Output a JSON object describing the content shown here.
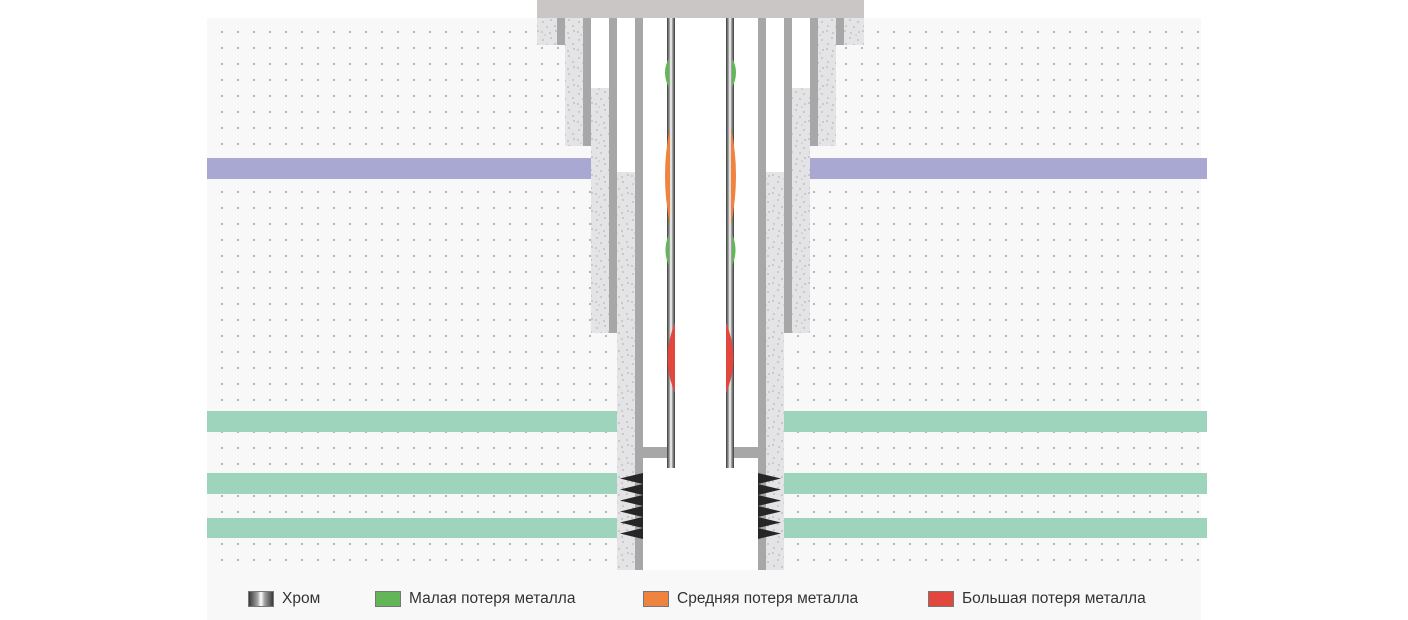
{
  "legend": [
    {
      "label": "Хром",
      "color": "chrome"
    },
    {
      "label": "Малая потеря металла",
      "color": "#62b657"
    },
    {
      "label": "Средняя потеря металла",
      "color": "#ee8440"
    },
    {
      "label": "Большая потеря металла",
      "color": "#e2473e"
    }
  ],
  "colors": {
    "formation_purple": "#a8a8d2",
    "formation_green": "#9dd4bb",
    "steel": "#a7a7a7",
    "cement": "#e4e4e6",
    "wellhead": "#c9c6c5",
    "background": "#f8f8f8"
  }
}
